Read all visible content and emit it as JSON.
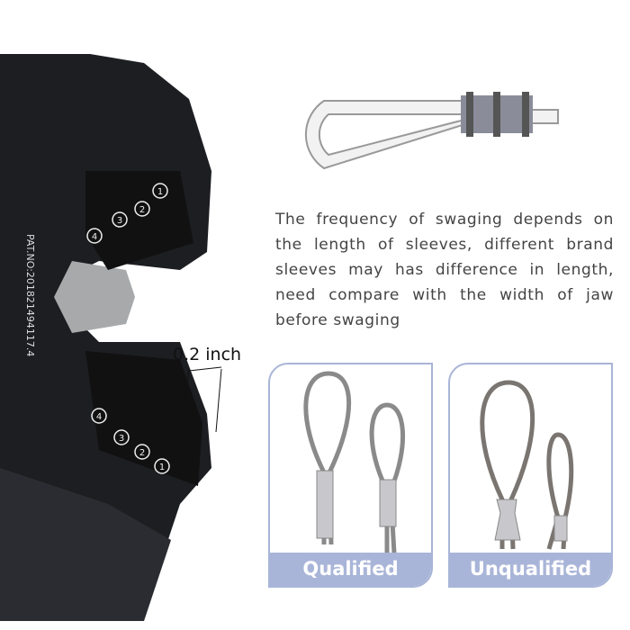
{
  "pliers": {
    "die_numbers": [
      "1",
      "2",
      "3",
      "4"
    ],
    "patent_text": "PAT.NO:201821494117.4"
  },
  "measurement_label": "0.2 inch",
  "description": "The frequency of swaging depends on the length of sleeves, different brand sleeves may has difference in length, need compare with the width of jaw before swaging",
  "panels": [
    {
      "label": "Qualified"
    },
    {
      "label": "Unqualified"
    }
  ],
  "colors": {
    "accent": "#a9b5d8",
    "text": "#444444"
  }
}
